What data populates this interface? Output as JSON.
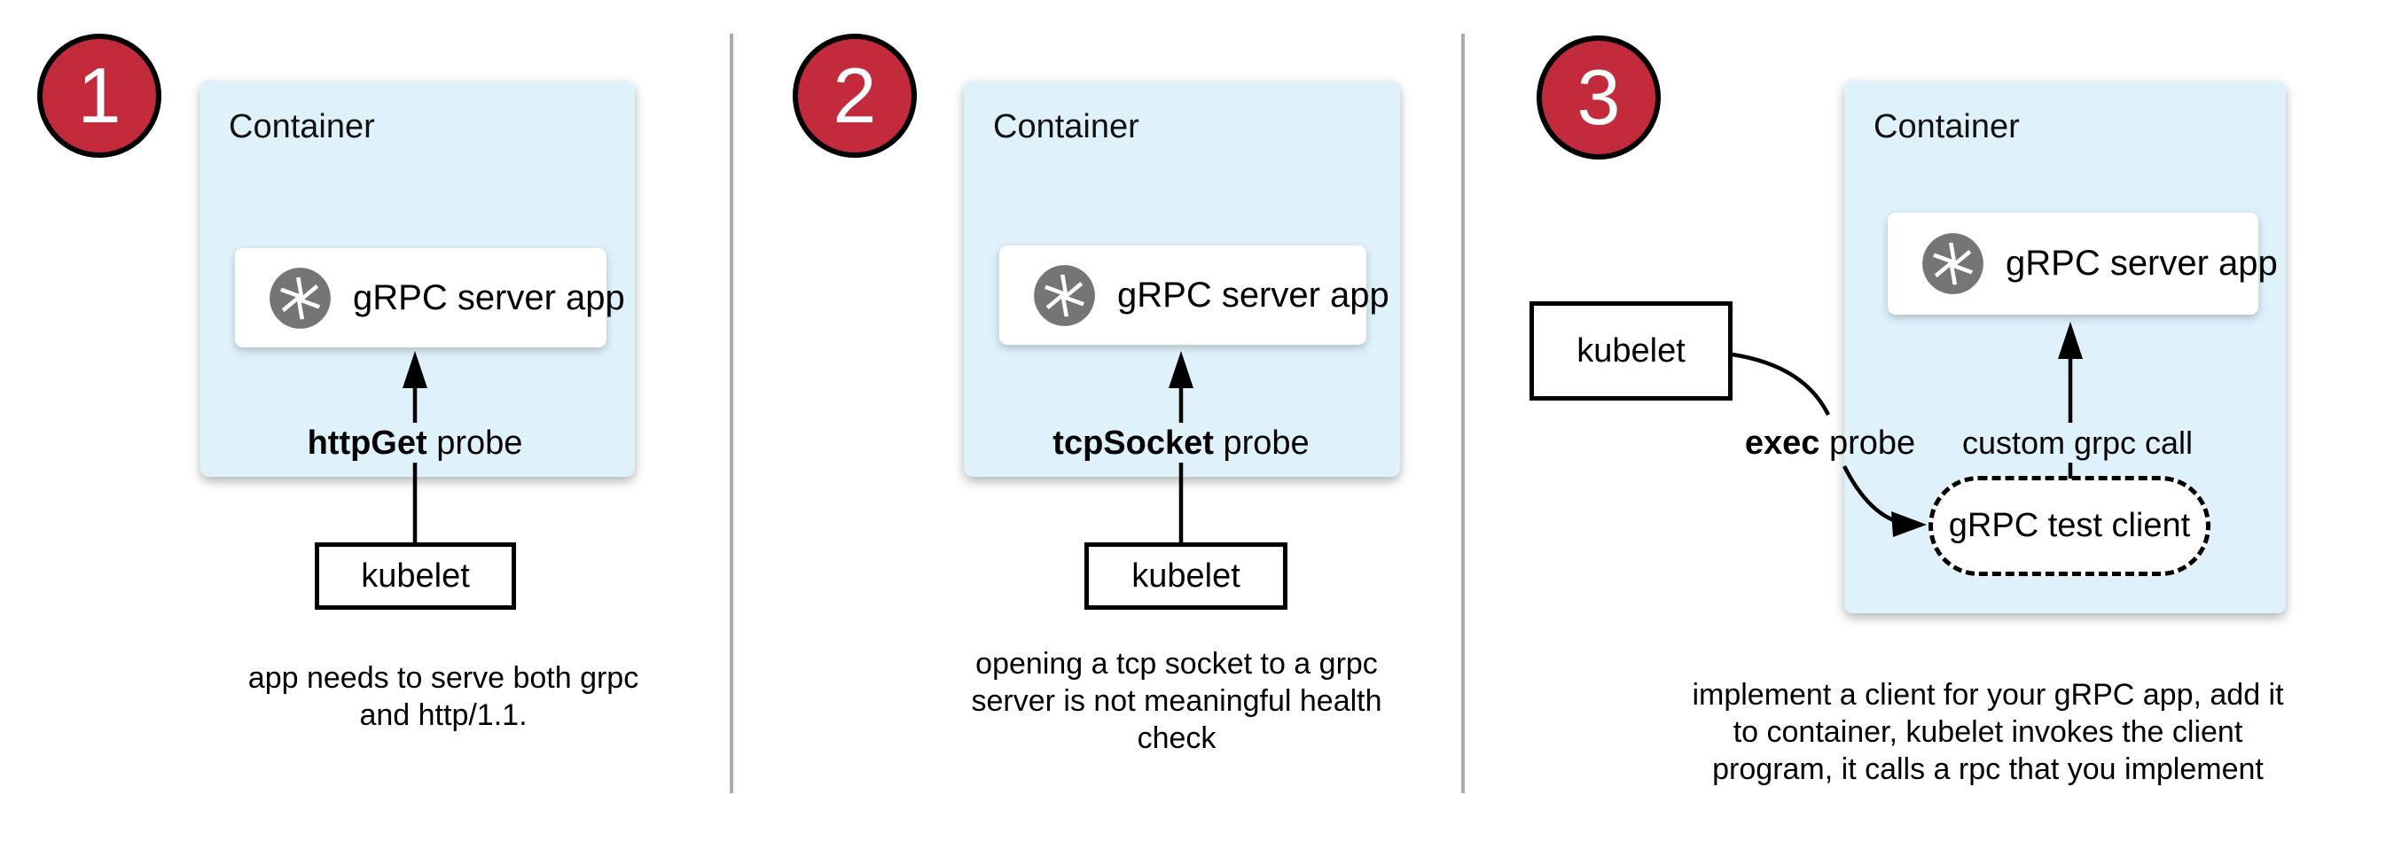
{
  "diagram_title": "gRPC health-check probe options",
  "colors": {
    "badge_red": "#C32B3D",
    "badge_border": "#000000",
    "container_blue": "#DFF2FC",
    "icon_gray": "#757575",
    "divider_gray": "#ABABAB",
    "text_black": "#000000"
  },
  "icons": {
    "app_icon": "aperture-icon"
  },
  "panels": [
    {
      "badge": "1",
      "container_label": "Container",
      "app_label": "gRPC server app",
      "probe_bold": "httpGet",
      "probe_rest": "probe",
      "kubelet_label": "kubelet",
      "caption_lines": [
        "app needs to serve both grpc",
        "and http/1.1."
      ]
    },
    {
      "badge": "2",
      "container_label": "Container",
      "app_label": "gRPC server app",
      "probe_bold": "tcpSocket",
      "probe_rest": "probe",
      "kubelet_label": "kubelet",
      "caption_lines": [
        "opening a tcp socket to a grpc",
        "server is not meaningful health",
        "check"
      ]
    },
    {
      "badge": "3",
      "container_label": "Container",
      "app_label": "gRPC server app",
      "probe_bold": "exec",
      "probe_rest": "probe",
      "kubelet_label": "kubelet",
      "grpc_call_label": "custom grpc call",
      "test_client_label": "gRPC test client",
      "caption_lines": [
        "implement a client for your gRPC app, add it",
        "to container, kubelet invokes the client",
        "program, it calls a rpc that you implement"
      ]
    }
  ]
}
